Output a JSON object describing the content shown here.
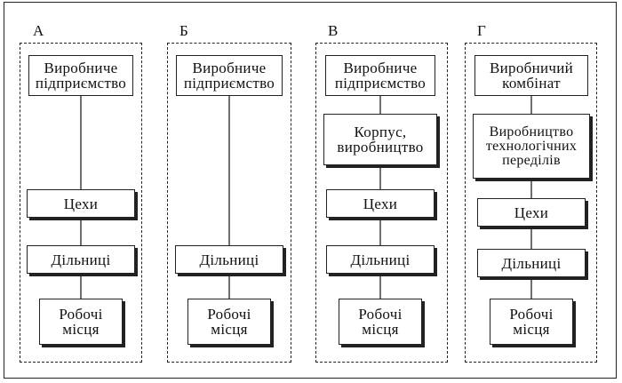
{
  "columns": [
    {
      "letter": "А",
      "nodes": [
        "Виробниче\nпідприємство",
        "Цехи",
        "Дільниці",
        "Робочі\nмісця"
      ]
    },
    {
      "letter": "Б",
      "nodes": [
        "Виробниче\nпідприємство",
        "Дільниці",
        "Робочі\nмісця"
      ]
    },
    {
      "letter": "В",
      "nodes": [
        "Виробниче\nпідприємство",
        "Корпус,\nвиробництво",
        "Цехи",
        "Дільниці",
        "Робочі\nмісця"
      ]
    },
    {
      "letter": "Г",
      "nodes": [
        "Виробничий\nкомбінат",
        "Виробництво\nтехнологічних\nпереділів",
        "Цехи",
        "Дільниці",
        "Робочі\nмісця"
      ]
    }
  ]
}
